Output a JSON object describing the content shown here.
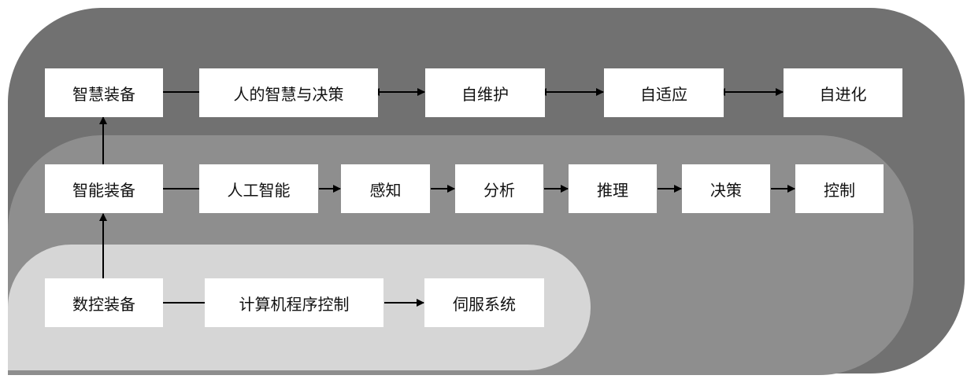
{
  "colors": {
    "outer_layer": "#717171",
    "middle_layer": "#8e8e8e",
    "inner_layer": "#d6d6d6",
    "box_fill": "#ffffff",
    "line": "#000000"
  },
  "rows": {
    "wisdom": {
      "head": "智慧装备",
      "items": [
        "人的智慧与决策",
        "自维护",
        "自适应",
        "自进化"
      ]
    },
    "intelligent": {
      "head": "智能装备",
      "items": [
        "人工智能",
        "感知",
        "分析",
        "推理",
        "决策",
        "控制"
      ]
    },
    "cnc": {
      "head": "数控装备",
      "items": [
        "计算机程序控制",
        "伺服系统"
      ]
    }
  }
}
